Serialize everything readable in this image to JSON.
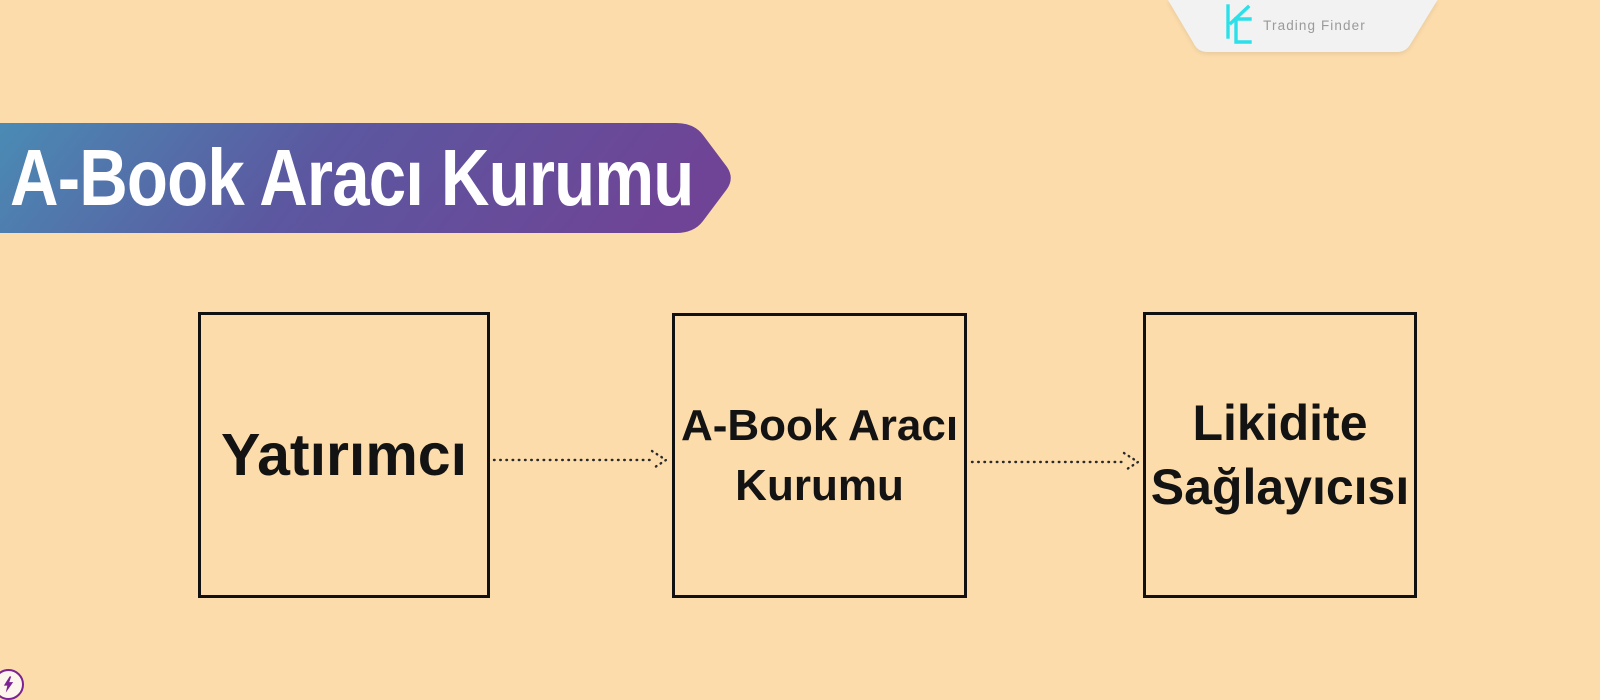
{
  "brand": {
    "name": "Trading Finder",
    "logo_icon": "trading-finder-mark"
  },
  "banner": {
    "title": "A-Book Aracı Kurumu"
  },
  "flow": {
    "nodes": [
      {
        "id": "investor",
        "lines": [
          "Yatırımcı"
        ]
      },
      {
        "id": "a-book-broker",
        "lines": [
          "A-Book Aracı",
          "Kurumu"
        ]
      },
      {
        "id": "liquidity-provider",
        "lines": [
          "Likidite",
          "Sağlayıcısı"
        ]
      }
    ],
    "connectors": [
      {
        "from": "investor",
        "to": "a-book-broker",
        "style": "dotted-arrow-right"
      },
      {
        "from": "a-book-broker",
        "to": "liquidity-provider",
        "style": "dotted-arrow-right"
      }
    ]
  },
  "badge": {
    "icon": "lightning-bolt"
  },
  "colors": {
    "bg": "#fcdcab",
    "plate": "#f2f2f2",
    "logo": "#2be0e9",
    "brand_text": "#9a9a9a",
    "grad1": "#4a8bb4",
    "grad2": "#5c57a0",
    "grad3": "#6f4496",
    "title_text": "#ffffff",
    "border": "#111111",
    "node_text": "#131313",
    "arrow": "#2a2a2a",
    "badge_ring": "#7c2293",
    "badge_bg": "#fdf6ec"
  }
}
